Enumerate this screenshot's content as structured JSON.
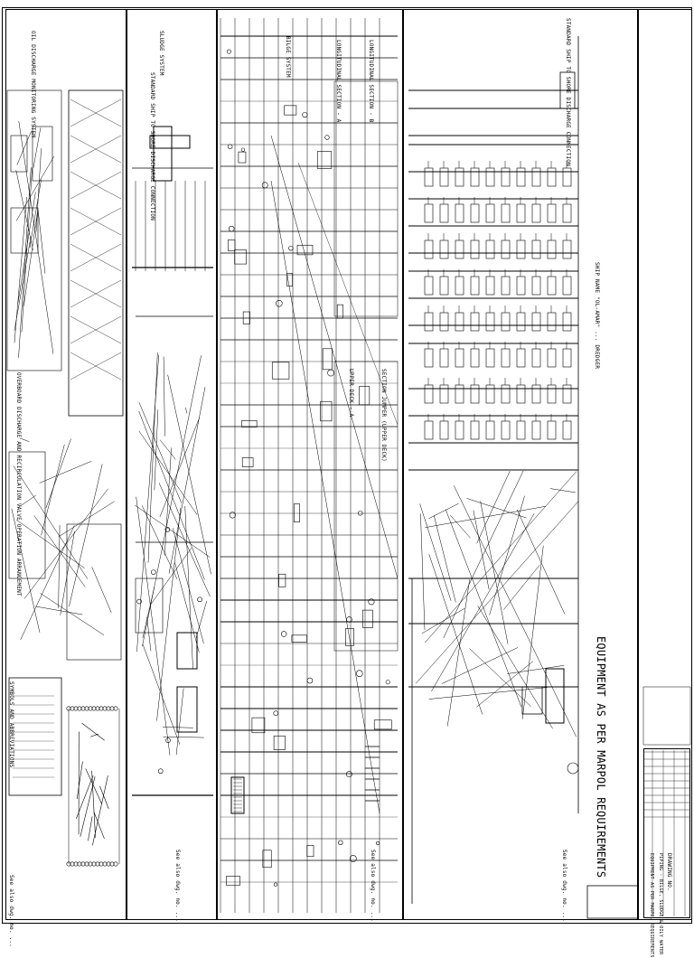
{
  "drawing": {
    "section_titles": [
      "OIL DISCHARGE MONITORING SYSTEM",
      "SLUDGE SYSTEM",
      "BILGE SYSTEM",
      "LONGITUDINAL SECTION - A",
      "LONGITUDINAL SECTION - B",
      "UPPER DECK - A",
      "SECTION JUMPER (UPPER DECK)"
    ],
    "labels": {
      "std_discharge_left": "STANDARD SHIP TO SHORE DISCHARGE CONNECTION",
      "std_discharge_right": "STANDARD SHIP TO SHORE DISCHARGE CONNECTION",
      "overboard_note": "OVERBOARD DISCHARGE AND RECIRCULATION VALVE OPERATION ARRANGEMENT",
      "symbols_table": "SYMBOLS AND ABBREVIATIONS",
      "equipment_note": "EQUIPMENT AS PER MARPOL REQUIREMENTS",
      "ship_name": "SHIP NAME \"OL-AMAR\" ... DREDGER",
      "see_also_1": "See also dwg. no. ...",
      "see_also_2": "See also dwg. no. ...",
      "see_also_3": "See also dwg. no. ...",
      "see_also_4": "See also dwg. no. ..."
    },
    "title_block": {
      "title": "EQUIPMENT AS PER MARPOL REQUIREMENTS",
      "subtitle": "PIPING - BILGE, SLUDGE & OILY WATER",
      "drawing_label": "DRAWING NO."
    }
  }
}
